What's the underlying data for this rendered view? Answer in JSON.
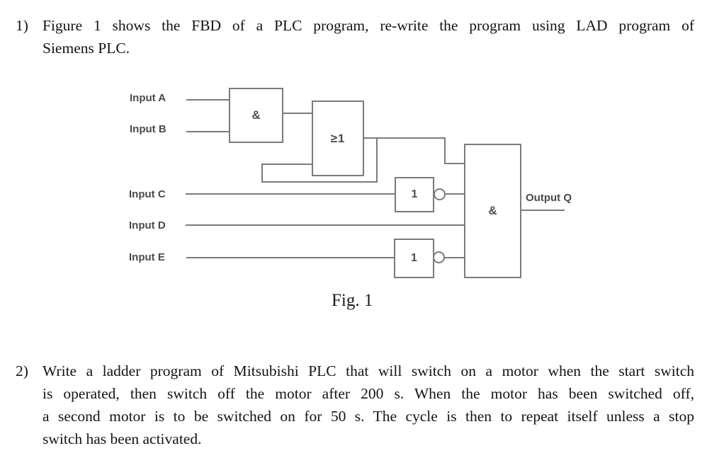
{
  "questions": [
    {
      "number": "1)",
      "lines": [
        "Figure 1 shows the FBD of a PLC program, re-write the program using LAD program of",
        "Siemens PLC."
      ]
    },
    {
      "number": "2)",
      "lines": [
        "Write a ladder program of Mitsubishi PLC that will switch on a motor when the start switch",
        "is operated, then switch off the motor after 200 s. When the motor has been switched off,",
        "a second motor is to be switched on for 50 s. The cycle is then to repeat itself unless a stop",
        "switch has been activated."
      ]
    }
  ],
  "figure": {
    "caption": "Fig. 1",
    "labels": {
      "input_a": "Input A",
      "input_b": "Input B",
      "input_c": "Input C",
      "input_d": "Input D",
      "input_e": "Input E",
      "output_q": "Output Q"
    },
    "gates": {
      "and1": "&",
      "or1": "≥1",
      "not1": "1",
      "not2": "1",
      "and2": "&"
    },
    "colors": {
      "wire": "#7b7b7b",
      "gate_label": "#4d4d4d",
      "body_text": "#141414"
    }
  }
}
